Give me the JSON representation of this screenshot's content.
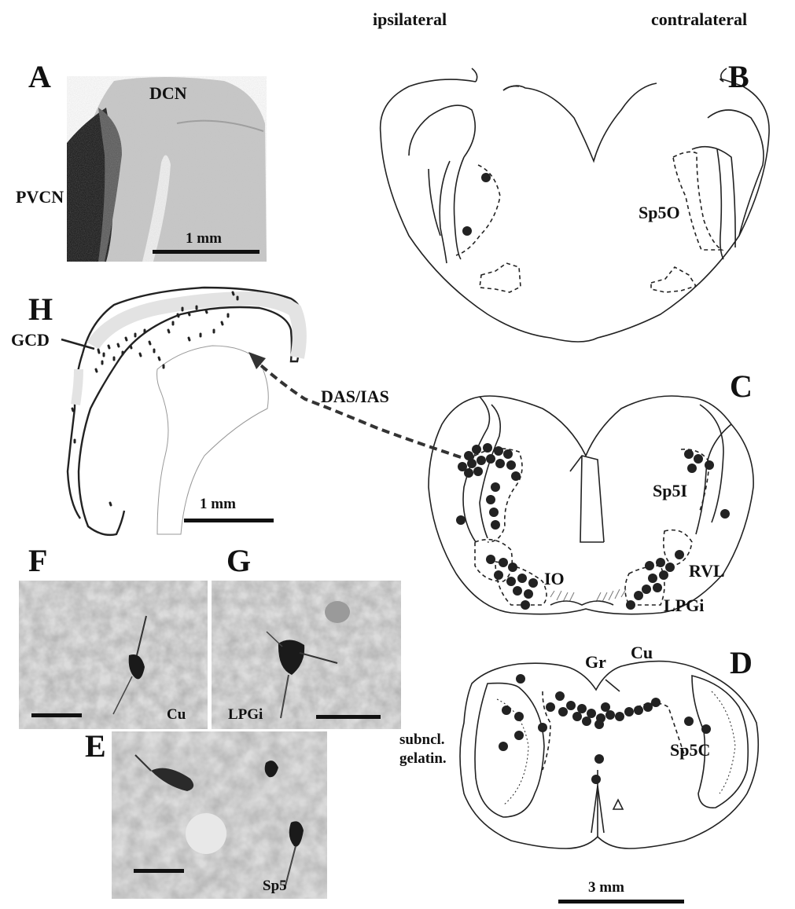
{
  "header": {
    "ipsilateral": "ipsilateral",
    "contralateral": "contralateral"
  },
  "panels": {
    "A": {
      "letter": "A",
      "dcn": "DCN",
      "pvcn": "PVCN",
      "scale": "1 mm"
    },
    "B": {
      "letter": "B",
      "region": "Sp5O"
    },
    "H": {
      "letter": "H",
      "gcd": "GCD",
      "scale": "1 mm"
    },
    "C": {
      "letter": "C",
      "arrow_label": "DAS/IAS",
      "sp5i": "Sp5I",
      "io": "IO",
      "rvl": "RVL",
      "lpgi": "LPGi"
    },
    "F": {
      "letter": "F",
      "region": "Cu"
    },
    "G": {
      "letter": "G",
      "region": "LPGi"
    },
    "D": {
      "letter": "D",
      "gr": "Gr",
      "cu": "Cu",
      "subncl_1": "subncl.",
      "subncl_2": "gelatin.",
      "sp5c": "Sp5C",
      "scale": "3 mm"
    },
    "E": {
      "letter": "E",
      "region": "Sp5"
    }
  }
}
